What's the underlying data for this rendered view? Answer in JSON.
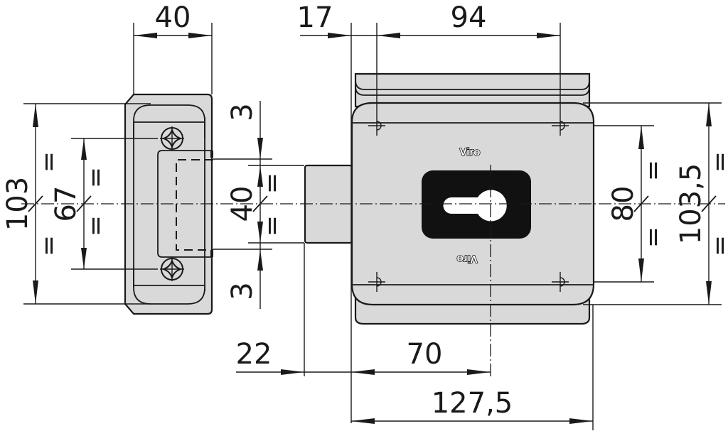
{
  "drawing": {
    "title": "Rim lock technical drawing with strike plate",
    "brand_label_top": "Viro",
    "brand_label_bottom": "Viro",
    "colors": {
      "part_fill": "#d9d9d9",
      "line": "#1a1a1a",
      "keyhole_plate": "#111111",
      "background": "#ffffff"
    }
  },
  "dimensions": {
    "strike_width": "40",
    "bolt_offset": "17",
    "screw_spacing_horizontal": "94",
    "strike_height": "103",
    "strike_screw_spacing": "67",
    "bolt_height": "40",
    "bolt_clearance_top": "3",
    "bolt_clearance_bottom": "3",
    "screw_spacing_vertical": "80",
    "lock_height": "103,5",
    "bolt_projection": "22",
    "backset": "70",
    "lock_width": "127,5"
  },
  "symbols": {
    "equal": "="
  }
}
